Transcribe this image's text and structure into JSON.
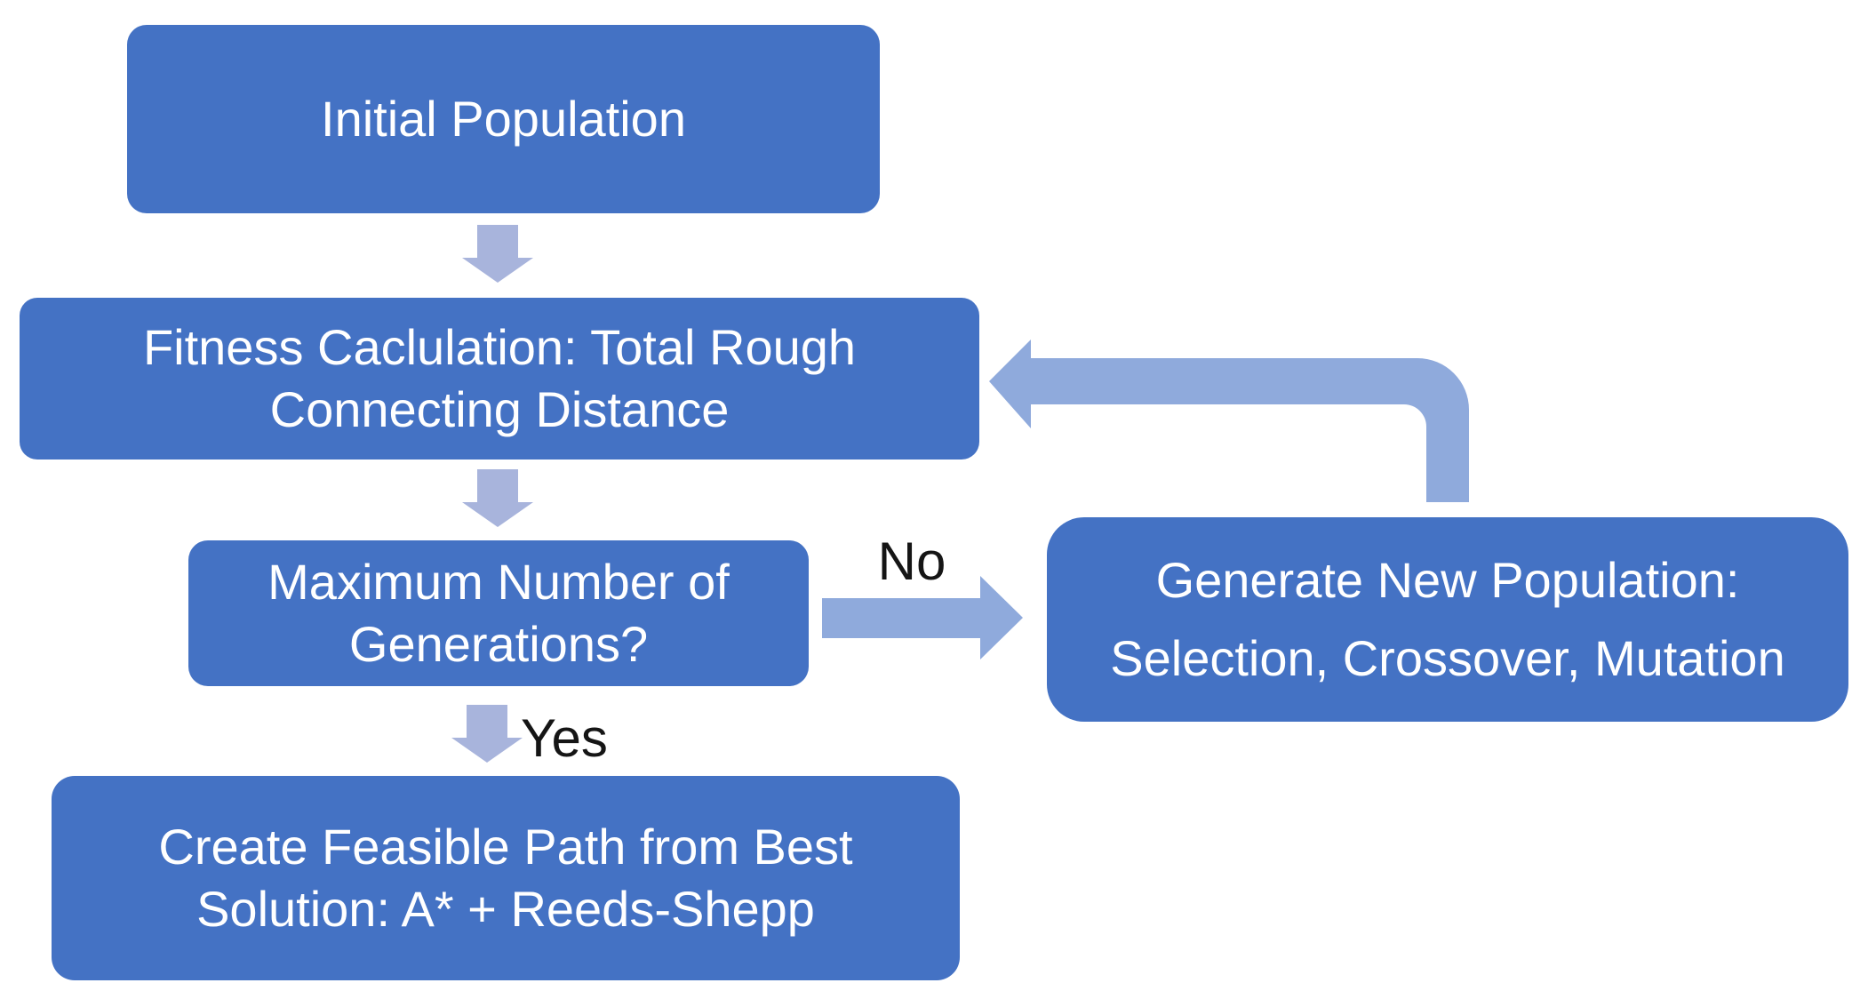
{
  "diagram": {
    "type": "flowchart",
    "colors": {
      "node_fill": "#4472C4",
      "node_text": "#FFFFFF",
      "small_arrow": "#A8B4DC",
      "large_arrow": "#8FAADC",
      "label_text": "#151515",
      "background": "#FFFFFF"
    },
    "nodes": {
      "initial": {
        "line1": "Initial Population"
      },
      "fitness": {
        "line1": "Fitness Caclulation: Total Rough",
        "line2": "Connecting Distance"
      },
      "max_generations": {
        "line1": "Maximum Number of",
        "line2": "Generations?"
      },
      "generate": {
        "line1": "Generate New Population:",
        "line2": "Selection, Crossover, Mutation"
      },
      "create_path": {
        "line1": "Create Feasible Path from Best",
        "line2": "Solution: A* + Reeds-Shepp"
      }
    },
    "labels": {
      "no": "No",
      "yes": "Yes"
    }
  }
}
